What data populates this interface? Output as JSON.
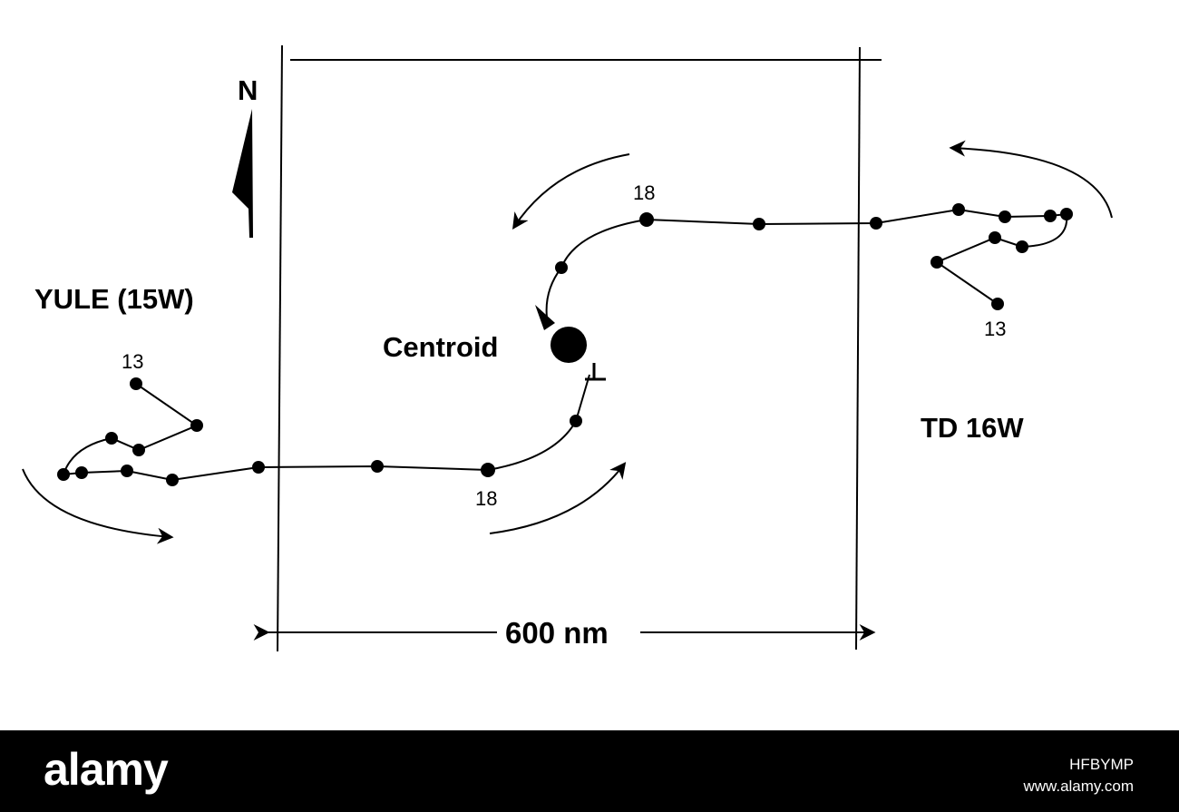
{
  "labels": {
    "north": "N",
    "storm_left": "YULE (15W)",
    "storm_right": "TD 16W",
    "centroid": "Centroid",
    "scale": "600 nm",
    "left_start": "13",
    "left_end": "18",
    "right_start": "13",
    "right_end": "18"
  },
  "footer": {
    "brand": "alamy",
    "image_id": "HFBYMP",
    "site": "www.alamy.com"
  },
  "colors": {
    "ink": "#000000",
    "paper": "#ffffff",
    "footer_bg": "#000000"
  }
}
